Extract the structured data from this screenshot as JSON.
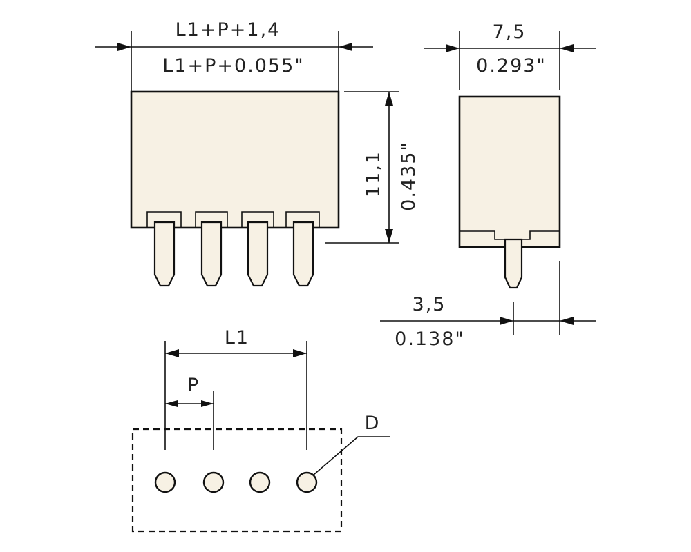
{
  "front_view": {
    "width_mm": "L1+P+1,4",
    "width_in": "L1+P+0.055\"",
    "height_mm": "11,1",
    "height_in": "0.435\""
  },
  "side_view": {
    "width_mm": "7,5",
    "width_in": "0.293\"",
    "pin_offset_mm": "3,5",
    "pin_offset_in": "0.138\""
  },
  "footprint": {
    "span_label": "L1",
    "pitch_label": "P",
    "hole_label": "D",
    "pin_count": 4
  },
  "colors": {
    "line": "#111111",
    "body_fill": "#f7f1e4",
    "text": "#222222"
  }
}
